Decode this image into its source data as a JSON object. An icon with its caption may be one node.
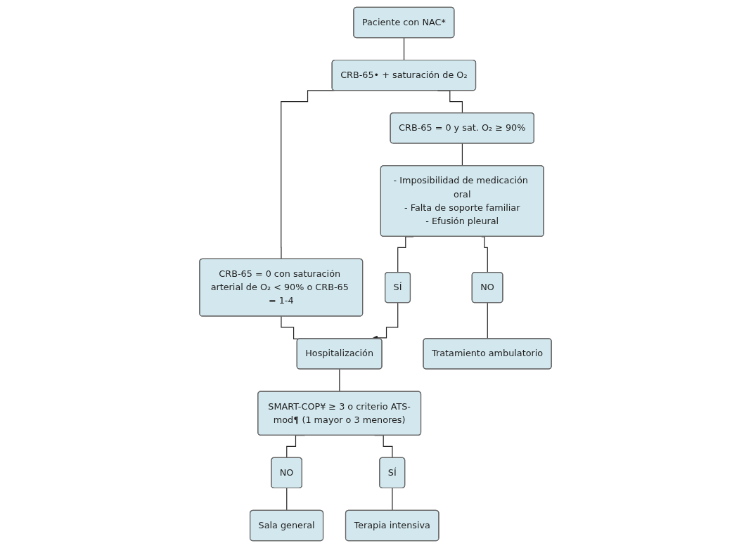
{
  "diagram": {
    "nodes": [
      {
        "text": [
          "Paciente con NAC*"
        ]
      },
      {
        "text": [
          "CRB-65• + saturación de O₂"
        ]
      },
      {
        "text": [
          "CRB-65 = 0 y sat. O₂ ≥ 90%"
        ]
      },
      {
        "text": [
          "CRB-65 = 0 con saturación arterial de O₂ < 90% o CRB-65 = 1-4"
        ]
      },
      {
        "text": [
          "- Imposibilidad de medicación oral",
          "- Falta de soporte familiar",
          "- Efusión pleural"
        ]
      },
      {
        "text": [
          "Hospitalización"
        ]
      },
      {
        "text": [
          "NO"
        ]
      },
      {
        "text": [
          "SÍ"
        ]
      },
      {
        "text": [
          "SMART-COP¥ ≥ 3 o criterio ATS-mod¶ (1 mayor o 3 menores)"
        ]
      },
      {
        "text": [
          "Tratamiento ambulatorio"
        ]
      },
      {
        "text": [
          "NO"
        ]
      },
      {
        "text": [
          "SÍ"
        ]
      },
      {
        "text": [
          "Sala general"
        ]
      },
      {
        "text": [
          "Terapia intensiva"
        ]
      }
    ],
    "edges": [
      {
        "from": 0,
        "to": 1,
        "arrow": "none"
      },
      {
        "from": 1,
        "to": 2,
        "arrow": "none"
      },
      {
        "from": 1,
        "to": 3,
        "arrow": "none"
      },
      {
        "from": 2,
        "to": 4,
        "arrow": "none"
      },
      {
        "from": 3,
        "to": 5,
        "arrow": "none"
      },
      {
        "from": 4,
        "to": 6,
        "arrow": "none"
      },
      {
        "from": 4,
        "to": 7,
        "arrow": "none"
      },
      {
        "from": 7,
        "to": 5,
        "arrow": "to"
      },
      {
        "from": 5,
        "to": 8,
        "arrow": "none"
      },
      {
        "from": 6,
        "to": 9,
        "arrow": "none"
      },
      {
        "from": 8,
        "to": 10,
        "arrow": "none"
      },
      {
        "from": 8,
        "to": 11,
        "arrow": "none"
      },
      {
        "from": 10,
        "to": 12,
        "arrow": "none"
      },
      {
        "from": 11,
        "to": 13,
        "arrow": "none"
      }
    ]
  }
}
